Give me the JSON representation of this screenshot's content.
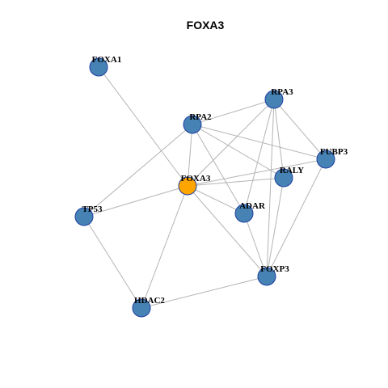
{
  "title": "FOXA3",
  "colors": {
    "center_node": "#ffa500",
    "node": "#4682b4",
    "node_border": "#1f3fa0",
    "edge": "#b4b4b4"
  },
  "nodes": [
    {
      "id": "FOXA1",
      "label": "FOXA1"
    },
    {
      "id": "RPA3",
      "label": "RPA3"
    },
    {
      "id": "RPA2",
      "label": "RPA2"
    },
    {
      "id": "FUBP3",
      "label": "FUBP3"
    },
    {
      "id": "RALY",
      "label": "RALY"
    },
    {
      "id": "FOXA3",
      "label": "FOXA3",
      "center": true
    },
    {
      "id": "TP53",
      "label": "TP53"
    },
    {
      "id": "ADAR",
      "label": "ADAR"
    },
    {
      "id": "FOXP3",
      "label": "FOXP3"
    },
    {
      "id": "HDAC2",
      "label": "HDAC2"
    }
  ],
  "edges": [
    [
      "FOXA1",
      "FOXA3"
    ],
    [
      "RPA2",
      "RPA3"
    ],
    [
      "RPA2",
      "FUBP3"
    ],
    [
      "RPA2",
      "FOXA3"
    ],
    [
      "RPA2",
      "TP53"
    ],
    [
      "RPA2",
      "ADAR"
    ],
    [
      "RPA2",
      "RALY"
    ],
    [
      "RPA3",
      "FUBP3"
    ],
    [
      "RPA3",
      "RALY"
    ],
    [
      "RPA3",
      "FOXA3"
    ],
    [
      "RPA3",
      "ADAR"
    ],
    [
      "RPA3",
      "FOXP3"
    ],
    [
      "FUBP3",
      "FOXA3"
    ],
    [
      "FUBP3",
      "FOXP3"
    ],
    [
      "RALY",
      "FOXA3"
    ],
    [
      "RALY",
      "FOXP3"
    ],
    [
      "FOXA3",
      "TP53"
    ],
    [
      "FOXA3",
      "ADAR"
    ],
    [
      "FOXA3",
      "FOXP3"
    ],
    [
      "FOXA3",
      "HDAC2"
    ],
    [
      "TP53",
      "HDAC2"
    ],
    [
      "ADAR",
      "FOXP3"
    ],
    [
      "FOXP3",
      "HDAC2"
    ]
  ]
}
